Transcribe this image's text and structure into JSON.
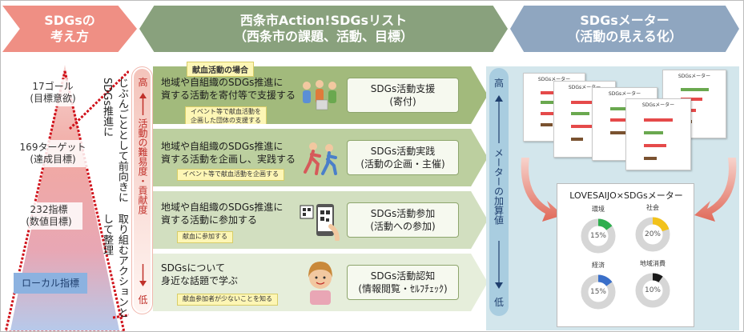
{
  "headers": {
    "col1": [
      "SDGsの",
      "考え方"
    ],
    "col2": [
      "西条市Action!SDGsリスト",
      "（西条市の課題、活動、目標）"
    ],
    "col3": [
      "SDGsメーター",
      "（活動の見える化）"
    ]
  },
  "pyramid": {
    "levels": [
      [
        "17ゴール",
        "(目標意欲)"
      ],
      [
        "169ターゲット",
        "(達成目標)"
      ],
      [
        "232指標",
        "(数値目標)"
      ],
      [
        "ローカル指標"
      ]
    ],
    "vertical_text": [
      "じぶんごととして前向きにSDGs推進に",
      "取り組むアクションとして整理"
    ]
  },
  "left_axis": {
    "high": "高",
    "low": "低",
    "label": "活動の難易度・貢献度"
  },
  "blood_tag": "献血活動の場合",
  "activities": [
    {
      "text": [
        "地域や自組織のSDGs推進に",
        "資する活動を寄付等で支援する"
      ],
      "note": [
        "イベント等で献血活動を",
        "企画した団体の支援する"
      ],
      "box": [
        "SDGs活動支援",
        "(寄付)"
      ]
    },
    {
      "text": [
        "地域や自組織のSDGs推進に",
        "資する活動を企画し、実践する"
      ],
      "note": [
        "イベント等で献血活動を企画する"
      ],
      "box": [
        "SDGs活動実践",
        "(活動の企画・主催)"
      ]
    },
    {
      "text": [
        "地域や自組織のSDGs推進に",
        "資する活動に参加する"
      ],
      "note": [
        "献血に参加する"
      ],
      "box": [
        "SDGs活動参加",
        "(活動への参加)"
      ]
    },
    {
      "text": [
        "SDGsについて",
        "身近な話題で学ぶ"
      ],
      "note": [
        "献血参加者が少ないことを知る"
      ],
      "box": [
        "SDGs活動認知",
        "(情報閲覧・ｾﾙﾌﾁｪｯｸ)"
      ]
    }
  ],
  "right_axis": {
    "high": "高",
    "low": "低",
    "label": "メーターの加算値"
  },
  "thumbnails": {
    "title": "SDGsメーター",
    "count": 5
  },
  "meter": {
    "title": "LOVESAIJO×SDGsメーター",
    "dials": [
      {
        "label": "環境",
        "value": "15%",
        "fraction": 0.15,
        "color": "#2fae4f"
      },
      {
        "label": "社会",
        "value": "20%",
        "fraction": 0.2,
        "color": "#f2c21b"
      },
      {
        "label": "経済",
        "value": "15%",
        "fraction": 0.15,
        "color": "#3a6fc9"
      },
      {
        "label": "地域消費",
        "value": "10%",
        "fraction": 0.1,
        "color": "#1a1a1a"
      }
    ]
  },
  "colors": {
    "header_left": "#ef8f84",
    "header_mid": "#89a17d",
    "header_right": "#8fa6c0",
    "axis_red": "#c0302a",
    "panel_blue": "#d3e6ec"
  }
}
